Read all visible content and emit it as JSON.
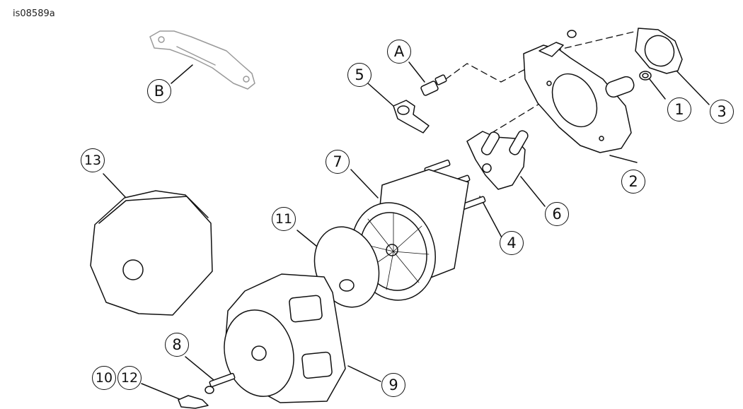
{
  "figure_id": "is08589a",
  "callouts": {
    "c1": "1",
    "c2": "2",
    "c3": "3",
    "c4": "4",
    "c5": "5",
    "c6": "6",
    "c7": "7",
    "c8": "8",
    "c9": "9",
    "c10": "10",
    "c11": "11",
    "c12": "12",
    "c13": "13",
    "cA": "A",
    "cB": "B"
  },
  "colors": {
    "line": "#111111",
    "ghost": "#9a9a9a",
    "fill": "#ffffff"
  }
}
